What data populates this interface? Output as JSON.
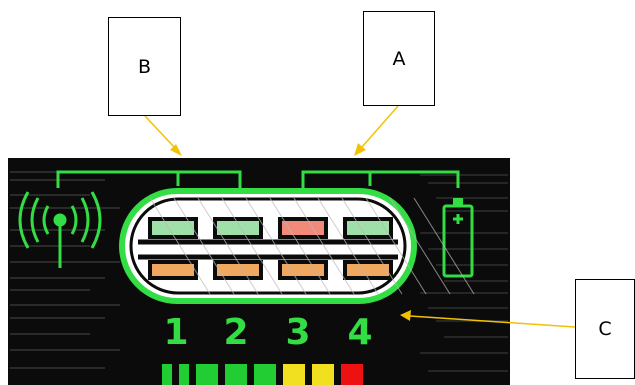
{
  "callouts": {
    "b": "B",
    "a": "A",
    "c": "C"
  },
  "controller_panel": {
    "player_numbers": [
      "1",
      "2",
      "3",
      "4"
    ],
    "signal_icon": "wireless-signal-icon",
    "battery_icon": "battery-icon"
  },
  "colors": {
    "panel_background": "#0b0b0b",
    "led_green": "#33dd44",
    "arrow_yellow": "#f2c200",
    "meter_green": "#22cc33",
    "meter_yellow": "#f0e020",
    "meter_red": "#ee1111"
  },
  "signal_meter": {
    "segments": [
      "green",
      "green",
      "green",
      "green",
      "green",
      "yellow",
      "yellow",
      "red"
    ]
  },
  "port_indicators": {
    "top": [
      "green",
      "green",
      "red",
      "green"
    ],
    "bottom": [
      "orange",
      "orange",
      "orange",
      "orange"
    ]
  }
}
